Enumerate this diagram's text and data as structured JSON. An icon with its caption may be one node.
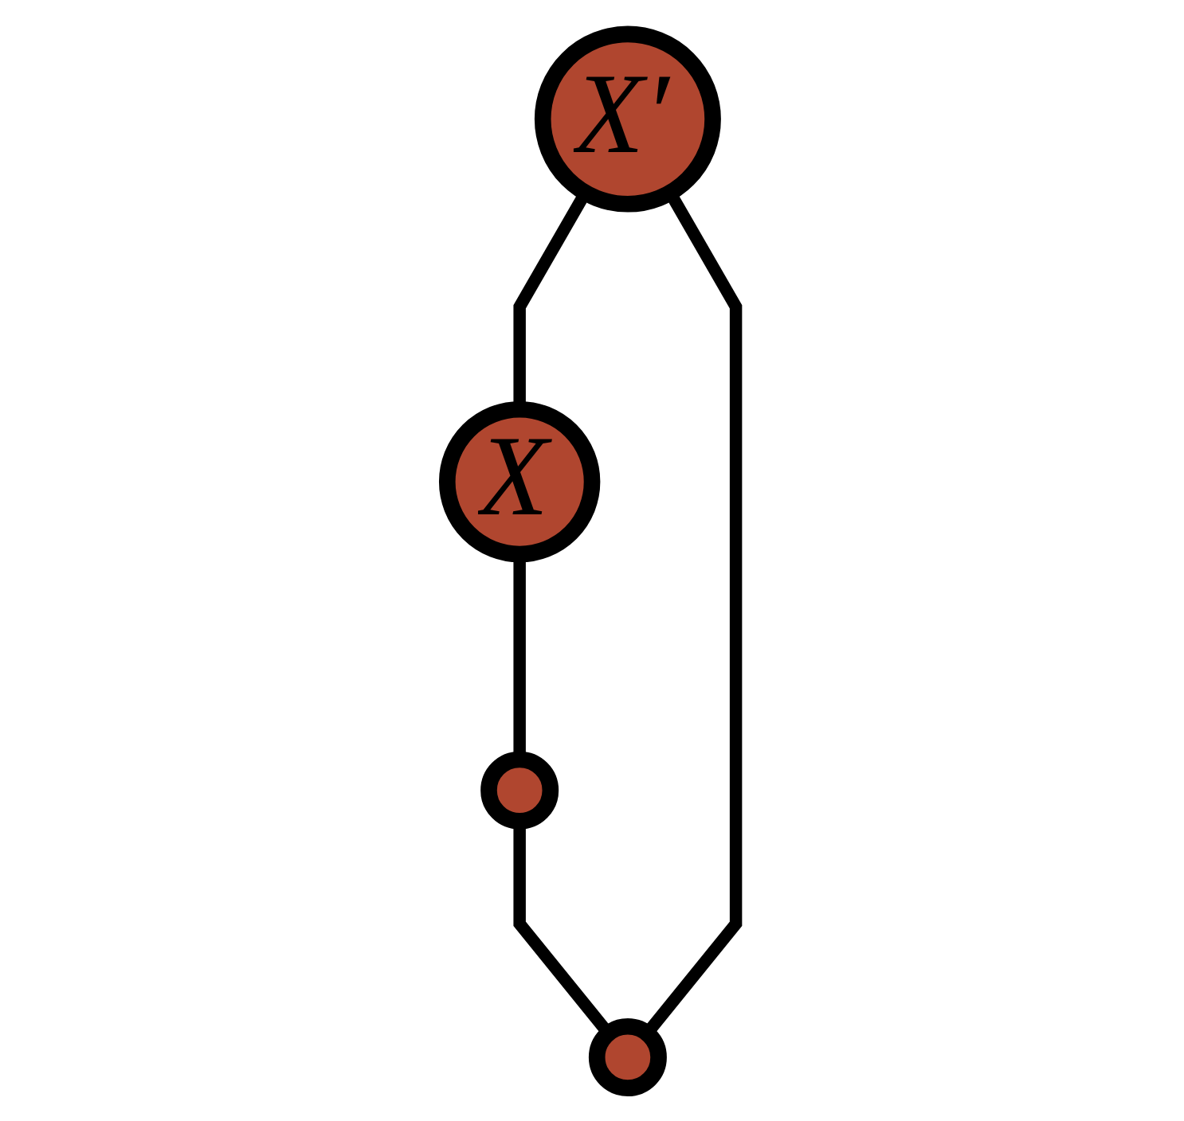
{
  "diagram": {
    "nodes": [
      {
        "text": [
          "X′"
        ]
      },
      {
        "text": [],
        "shape": "ellipse"
      },
      {
        "text": [
          "X"
        ]
      },
      {
        "text": [],
        "shape": "ellipse"
      }
    ],
    "edges": [
      {
        "from": 0,
        "to": 2,
        "arrow": "none"
      },
      {
        "from": 2,
        "to": 3,
        "arrow": "none"
      },
      {
        "from": 3,
        "to": 1,
        "arrow": "none"
      },
      {
        "from": 1,
        "to": 0,
        "arrow": "none"
      }
    ]
  }
}
